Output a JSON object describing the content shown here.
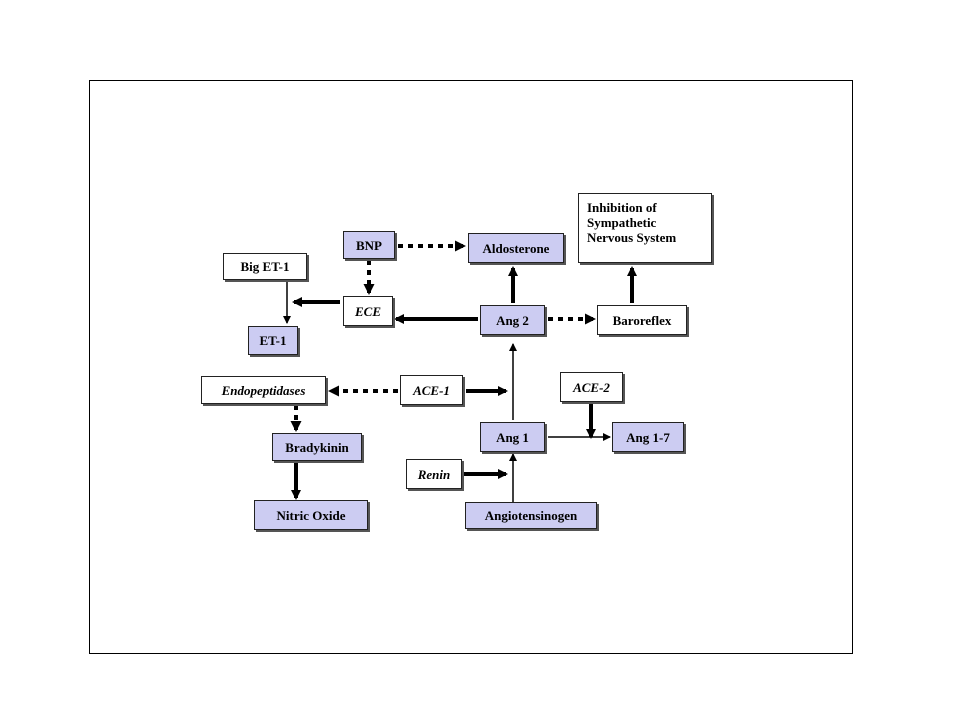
{
  "diagram": {
    "nodes": {
      "bnp": "BNP",
      "aldosterone": "Aldosterone",
      "inhibition": [
        "Inhibition of",
        "Sympathetic",
        "Nervous System"
      ],
      "big_et1": "Big ET-1",
      "ece": "ECE",
      "ang2": "Ang 2",
      "baroreflex": "Baroreflex",
      "et1": "ET-1",
      "endopeptidases": "Endopeptidases",
      "ace1": "ACE-1",
      "ace2": "ACE-2",
      "bradykinin": "Bradykinin",
      "ang1": "Ang 1",
      "ang17": "Ang 1-7",
      "renin": "Renin",
      "nitric_oxide": "Nitric Oxide",
      "angiotensinogen": "Angiotensinogen"
    },
    "colors": {
      "product_fill": "#ccccf2",
      "enzyme_fill": "#ffffff",
      "border": "#222222"
    },
    "edges": [
      {
        "from": "bnp",
        "to": "aldosterone",
        "style": "dotted"
      },
      {
        "from": "bnp",
        "to": "ece",
        "style": "dotted"
      },
      {
        "from": "ang2",
        "to": "aldosterone",
        "style": "thick"
      },
      {
        "from": "baroreflex",
        "to": "inhibition",
        "style": "thick"
      },
      {
        "from": "ang2",
        "to": "ece",
        "style": "thick"
      },
      {
        "from": "ang2",
        "to": "baroreflex",
        "style": "dotted"
      },
      {
        "from": "ece",
        "to": "big_et1",
        "style": "thick"
      },
      {
        "from": "big_et1",
        "to": "et1",
        "style": "thin"
      },
      {
        "from": "ace1",
        "to": "endopeptidases",
        "style": "dotted"
      },
      {
        "from": "ace1",
        "to": "ang1",
        "style": "thick"
      },
      {
        "from": "ang1",
        "to": "ang2",
        "style": "thin"
      },
      {
        "from": "ace2",
        "to": "ang17",
        "style": "thick"
      },
      {
        "from": "ang1",
        "to": "ang17",
        "style": "thin"
      },
      {
        "from": "endopeptidases",
        "to": "bradykinin",
        "style": "dotted"
      },
      {
        "from": "bradykinin",
        "to": "nitric_oxide",
        "style": "thick"
      },
      {
        "from": "renin",
        "to": "angiotensinogen",
        "style": "thick"
      },
      {
        "from": "angiotensinogen",
        "to": "ang1",
        "style": "thin"
      }
    ]
  }
}
